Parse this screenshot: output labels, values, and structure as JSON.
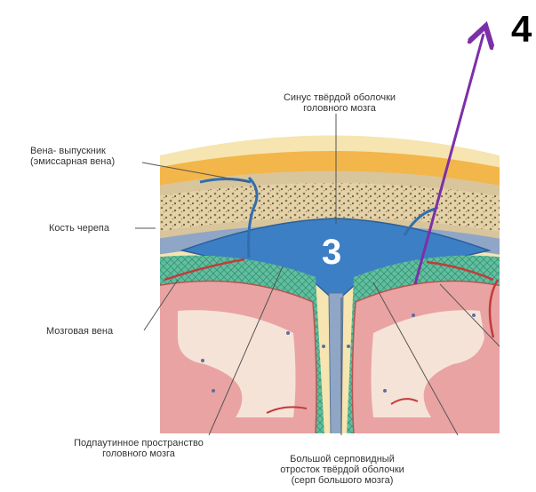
{
  "labels": {
    "sinus": [
      "Синус твёрдой оболочки",
      "головного мозга"
    ],
    "emissary": [
      "Вена- выпускник",
      "(эмиссарная вена)"
    ],
    "skull": "Кость черепа",
    "cerebral_vein": "Мозговая вена",
    "subarachnoid": [
      "Подпаутинное пространство",
      "головного мозга"
    ],
    "falx": [
      "Большой серповидный",
      "отросток твёрдой оболочки",
      "(серп большого мозга)"
    ],
    "marker_3": "3",
    "marker_4": "4"
  },
  "colors": {
    "arrow": "#7d2fa8",
    "scalp": "#f3b64a",
    "skin": "#f6e5b0",
    "bone": "#d8c59c",
    "sinus": "#3d7fc4",
    "arachnoid": "#55b89a",
    "brain": "#e9a3a3",
    "white_matter": "#f6e3d8",
    "vessel": "#c43a3a"
  }
}
